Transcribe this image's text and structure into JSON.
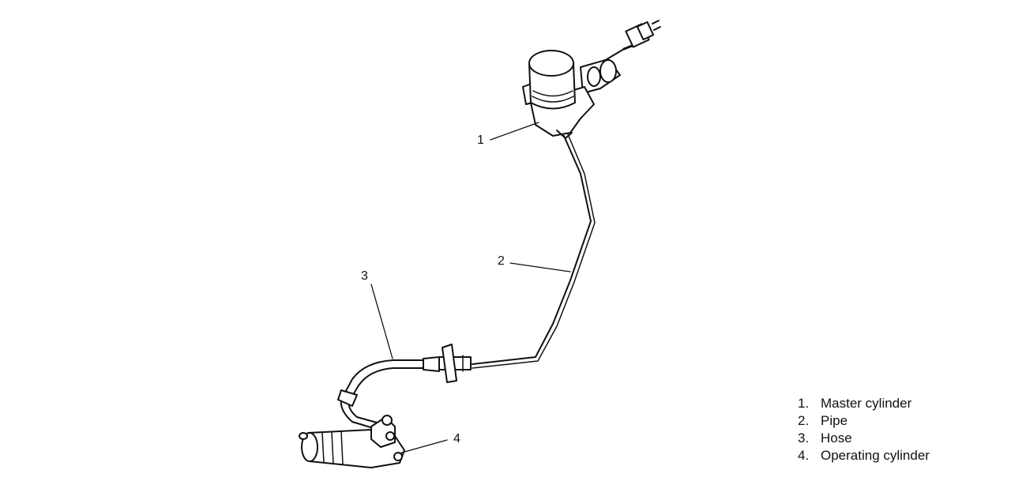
{
  "callouts": {
    "c1": "1",
    "c2": "2",
    "c3": "3",
    "c4": "4"
  },
  "legend": {
    "items": [
      {
        "num": "1.",
        "label": "Master cylinder"
      },
      {
        "num": "2.",
        "label": "Pipe"
      },
      {
        "num": "3.",
        "label": "Hose"
      },
      {
        "num": "4.",
        "label": "Operating cylinder"
      }
    ]
  }
}
